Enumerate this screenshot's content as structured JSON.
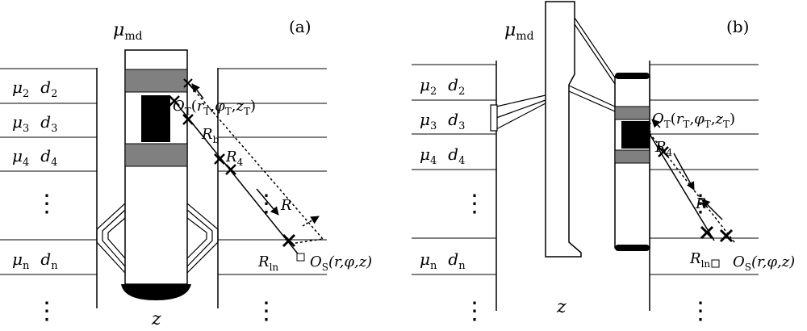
{
  "panels": [
    {
      "tag": "(a)",
      "mud": {
        "sym": "μ",
        "sub": "md"
      },
      "layers": [
        {
          "mu_sub": "2",
          "d_sub": "2"
        },
        {
          "mu_sub": "3",
          "d_sub": "3"
        },
        {
          "mu_sub": "4",
          "d_sub": "4"
        },
        {
          "mu_sub": "n",
          "d_sub": "n"
        }
      ],
      "vdots": "⋮",
      "z": "z",
      "transmitter": {
        "O": "O",
        "sub": "T",
        "coords_open": "(",
        "r": "r",
        "r_sub": "T",
        "phi": "φ",
        "phi_sub": "T",
        "zc": "z",
        "z_sub": "T",
        "coords_close": ")"
      },
      "sensor": {
        "O": "O",
        "sub": "S",
        "coords": "(r,φ,z)"
      },
      "radii": {
        "Rb": {
          "R": "R",
          "sub": "b"
        },
        "R4": {
          "R": "R",
          "sub": "4"
        },
        "R": "R",
        "Rln": {
          "R": "R",
          "sub": "ln"
        }
      }
    },
    {
      "tag": "(b)",
      "mud": {
        "sym": "μ",
        "sub": "md"
      },
      "layers": [
        {
          "mu_sub": "2",
          "d_sub": "2"
        },
        {
          "mu_sub": "3",
          "d_sub": "3"
        },
        {
          "mu_sub": "4",
          "d_sub": "4"
        },
        {
          "mu_sub": "n",
          "d_sub": "n"
        }
      ],
      "vdots": "⋮",
      "z": "z",
      "transmitter": {
        "O": "O",
        "sub": "T",
        "coords_open": "(",
        "r": "r",
        "r_sub": "T",
        "phi": "φ",
        "phi_sub": "T",
        "zc": "z",
        "z_sub": "T",
        "coords_close": ")"
      },
      "sensor": {
        "O": "O",
        "sub": "S",
        "coords": "(r,φ,z)"
      },
      "radii": {
        "R4": {
          "R": "R",
          "sub": "4"
        },
        "R": "R",
        "Rln": {
          "R": "R",
          "sub": "ln"
        }
      }
    }
  ],
  "colors": {
    "ink": "#000000",
    "gray": "#808080",
    "paper": "#ffffff"
  }
}
